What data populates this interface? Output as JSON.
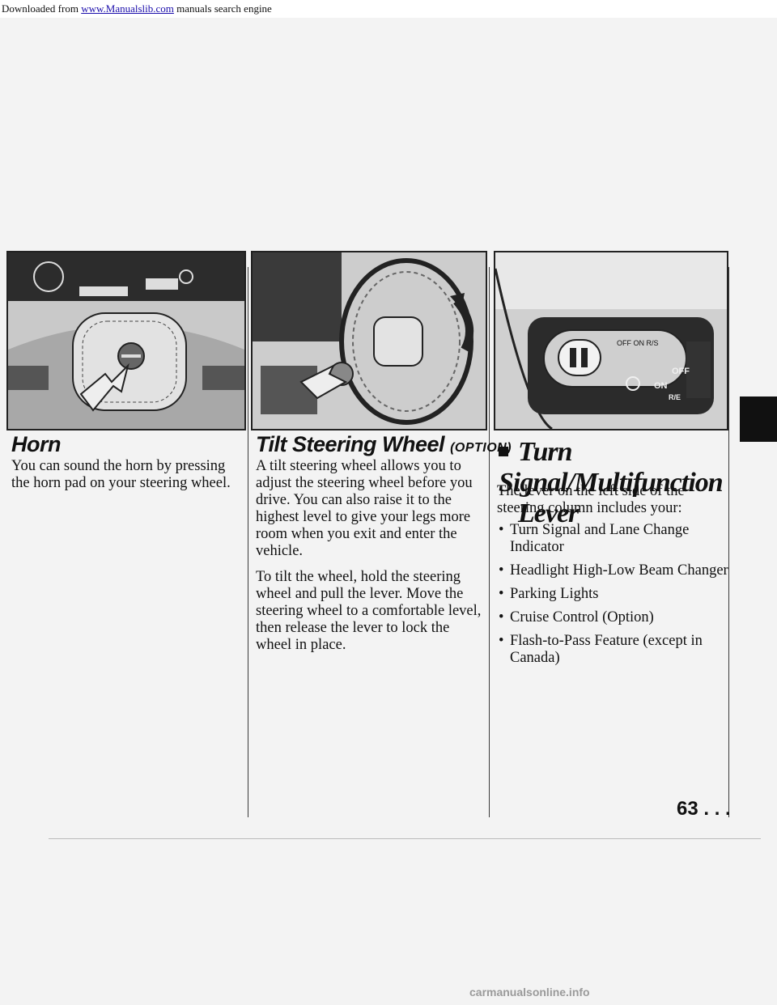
{
  "header": {
    "prefix": "Downloaded from ",
    "link": "www.Manualslib.com",
    "suffix": " manuals search engine"
  },
  "sections": {
    "horn": {
      "title": "Horn",
      "body": "You can sound the horn by pressing the horn pad on your steering wheel."
    },
    "tilt": {
      "title": "Tilt Steering Wheel",
      "option": "(OPTION)",
      "paragraphs": [
        "A tilt steering wheel allows you to adjust the steering wheel before you drive. You can also raise it to the highest level to give your legs more room when you exit and enter the vehicle.",
        "To tilt the wheel, hold the steering wheel and pull the lever. Move the steering wheel to a comfortable level, then release the lever to lock the wheel in place."
      ]
    },
    "turn": {
      "title_line1": "Turn Signal/Multifunction",
      "title_line2": "Lever",
      "intro": "The lever on the left side of the steering column includes your:",
      "items": [
        "Turn Signal and Lane Change Indicator",
        "Headlight High-Low Beam Changer",
        "Parking Lights",
        "Cruise Control (Option)",
        "Flash-to-Pass Feature (except in Canada)"
      ]
    }
  },
  "illustrations": {
    "lever_labels": {
      "off_on_rs": "OFF ON R/S",
      "off": "OFF",
      "on": "ON",
      "res": "R/E"
    }
  },
  "page_number": "63 . . .",
  "watermark": "carmanualsonline.info"
}
